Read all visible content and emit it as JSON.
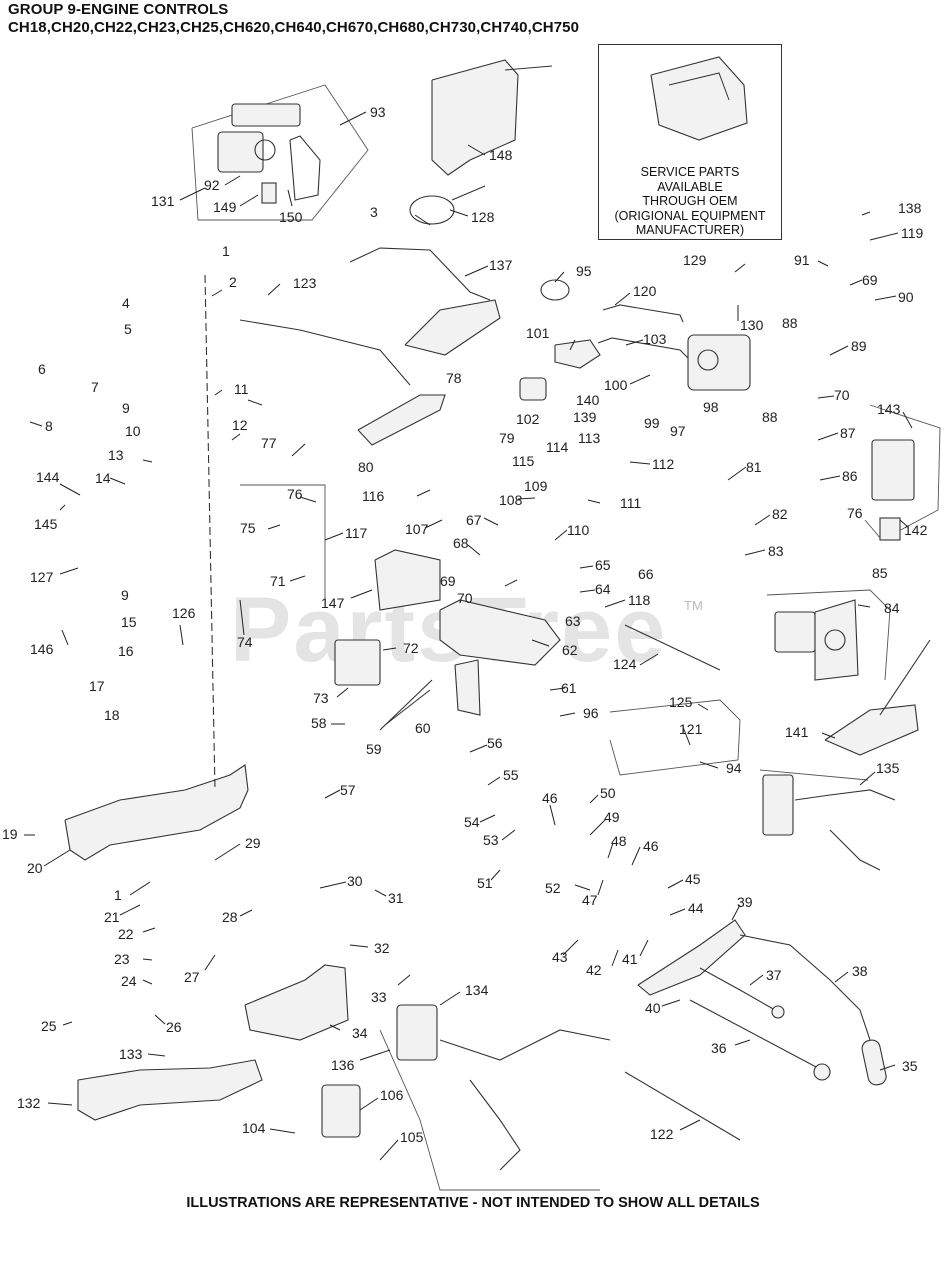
{
  "header": {
    "title": "GROUP 9-ENGINE CONTROLS",
    "models": "CH18,CH20,CH22,CH23,CH25,CH620,CH640,CH670,CH680,CH730,CH740,CH750"
  },
  "oem_box": {
    "text": "SERVICE PARTS\nAVAILABLE\nTHROUGH OEM\n(ORIGIONAL EQUIPMENT\nMANUFACTURER)"
  },
  "watermark": {
    "text": "PartsTree",
    "mark": "TM"
  },
  "footer": {
    "text": "ILLUSTRATIONS ARE REPRESENTATIVE - NOT INTENDED TO SHOW ALL DETAILS"
  },
  "callouts": [
    "1",
    "2",
    "3",
    "4",
    "5",
    "6",
    "7",
    "8",
    "9",
    "10",
    "11",
    "12",
    "13",
    "14",
    "15",
    "16",
    "17",
    "18",
    "19",
    "20",
    "21",
    "22",
    "23",
    "24",
    "25",
    "26",
    "27",
    "28",
    "29",
    "30",
    "31",
    "32",
    "33",
    "34",
    "35",
    "36",
    "37",
    "38",
    "39",
    "40",
    "41",
    "42",
    "43",
    "44",
    "45",
    "46",
    "47",
    "48",
    "49",
    "50",
    "51",
    "52",
    "53",
    "54",
    "55",
    "56",
    "57",
    "58",
    "59",
    "60",
    "61",
    "62",
    "63",
    "64",
    "65",
    "66",
    "67",
    "68",
    "69",
    "70",
    "71",
    "72",
    "73",
    "74",
    "75",
    "76",
    "77",
    "78",
    "79",
    "80",
    "81",
    "82",
    "83",
    "84",
    "85",
    "86",
    "87",
    "88",
    "89",
    "90",
    "91",
    "92",
    "93",
    "94",
    "95",
    "96",
    "97",
    "98",
    "99",
    "100",
    "101",
    "102",
    "103",
    "104",
    "105",
    "106",
    "107",
    "108",
    "109",
    "110",
    "111",
    "112",
    "113",
    "114",
    "115",
    "116",
    "117",
    "118",
    "119",
    "120",
    "121",
    "122",
    "123",
    "124",
    "125",
    "126",
    "127",
    "128",
    "129",
    "130",
    "131",
    "132",
    "133",
    "134",
    "135",
    "136",
    "137",
    "138",
    "139",
    "140",
    "141",
    "142",
    "143",
    "144",
    "145",
    "146",
    "147",
    "148",
    "149",
    "150",
    "1",
    "9",
    "46",
    "69",
    "70",
    "76",
    "88"
  ],
  "colors": {
    "ink": "#222222",
    "watermark": "#cfcfcf"
  }
}
